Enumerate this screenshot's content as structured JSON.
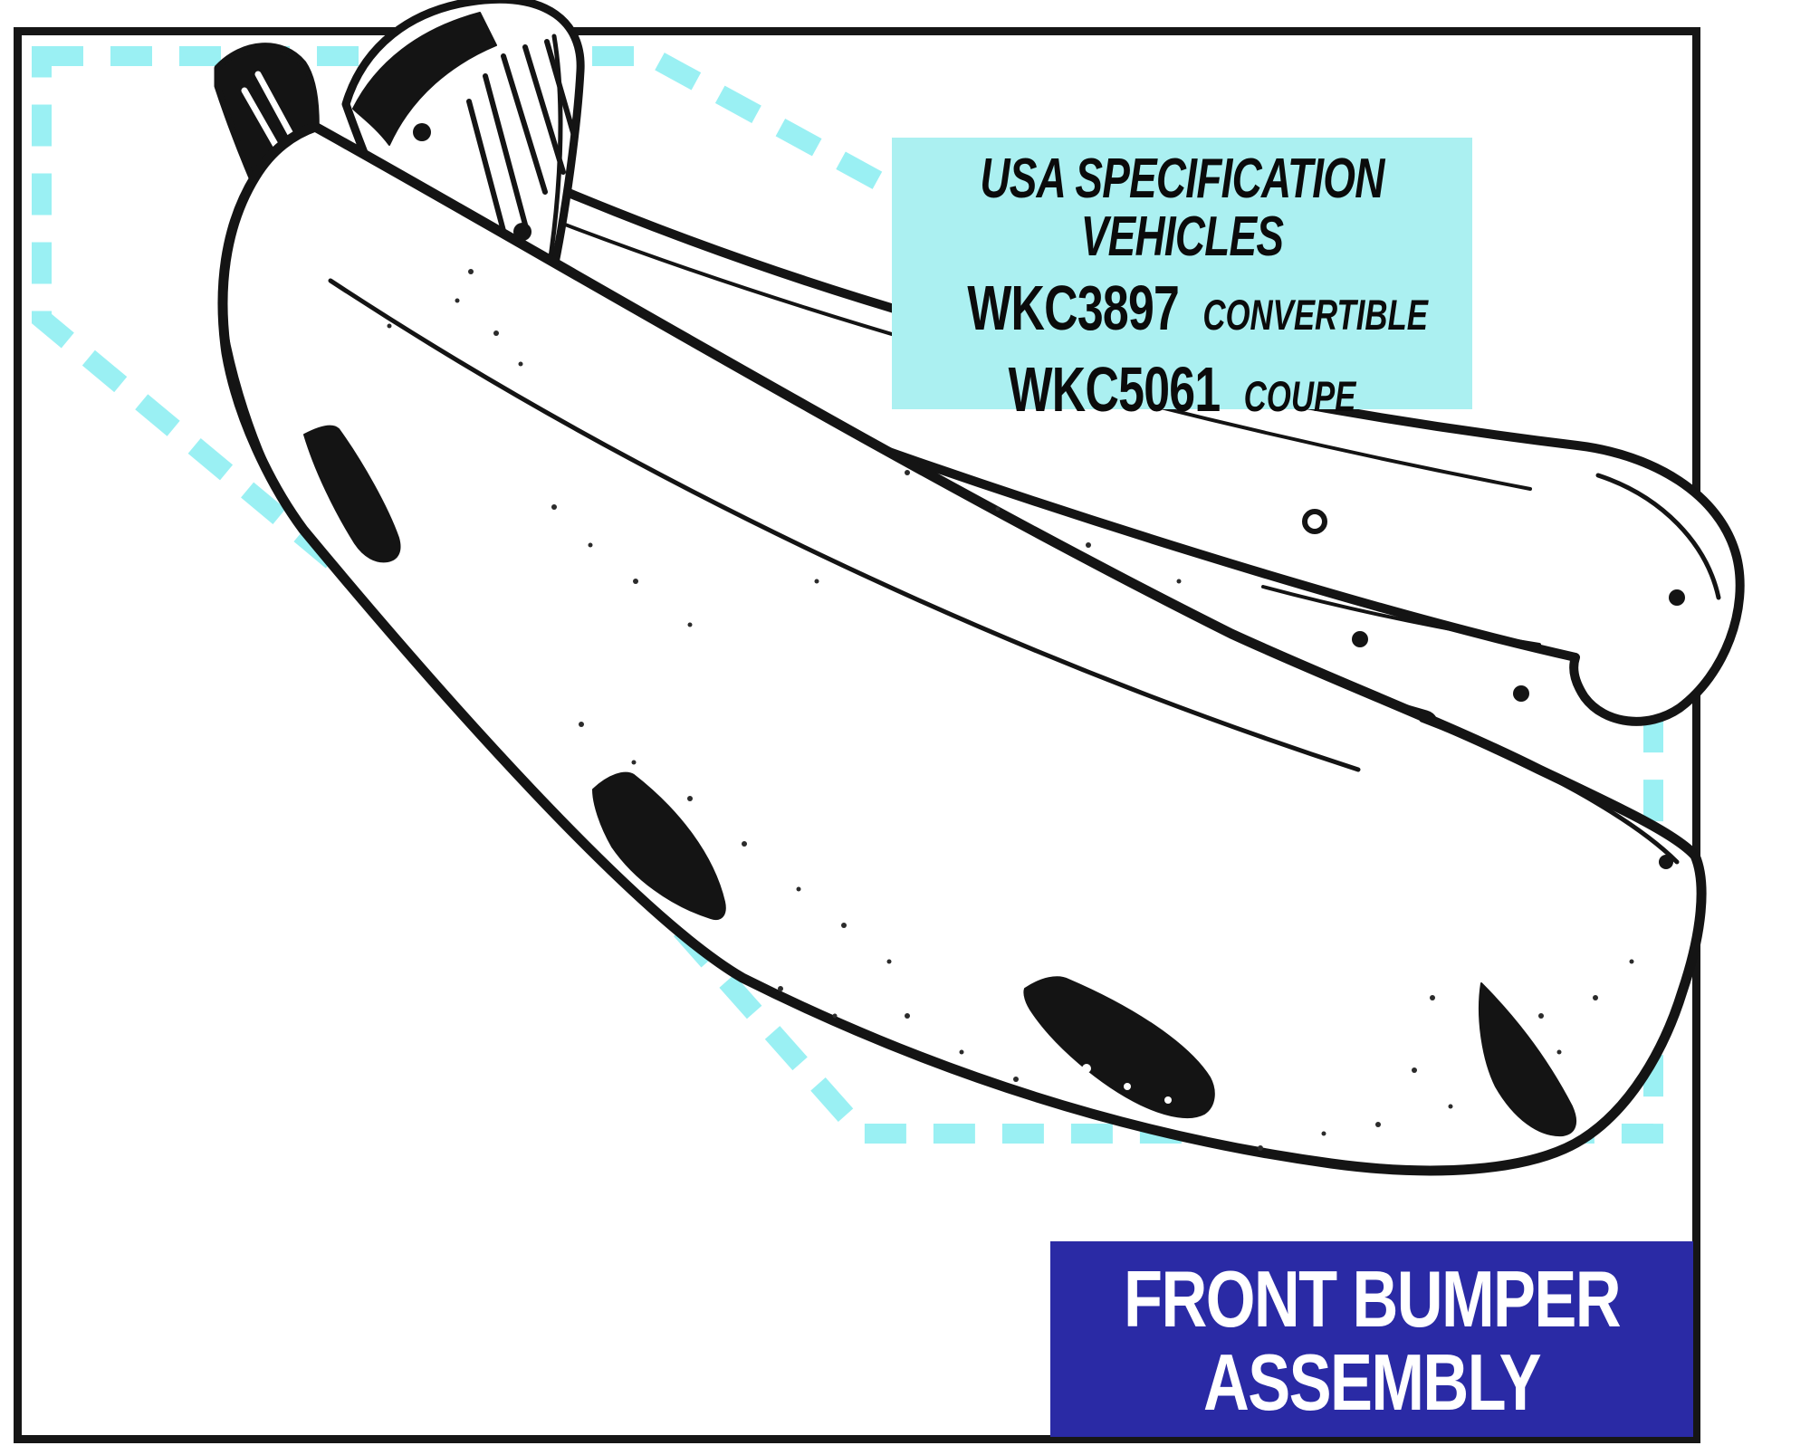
{
  "page": {
    "background_color": "#ffffff",
    "frame_color": "#161616",
    "type_label": "parts-catalog illustration"
  },
  "outline": {
    "meaning": "region of bumper fitted to USA specification vehicles",
    "color": "#9af0f3",
    "style": "dashed"
  },
  "spec_box": {
    "background_color": "#abf0f1",
    "text_color": "#0b0b0b",
    "title_line1": "USA SPECIFICATION",
    "title_line2": "VEHICLES",
    "parts": [
      {
        "number": "WKC3897",
        "body_style": "CONVERTIBLE"
      },
      {
        "number": "WKC5061",
        "body_style": "COUPE"
      }
    ]
  },
  "title_box": {
    "background_color": "#2a2aa5",
    "text_color": "#ffffff",
    "line1": "FRONT BUMPER",
    "line2": "ASSEMBLY"
  }
}
